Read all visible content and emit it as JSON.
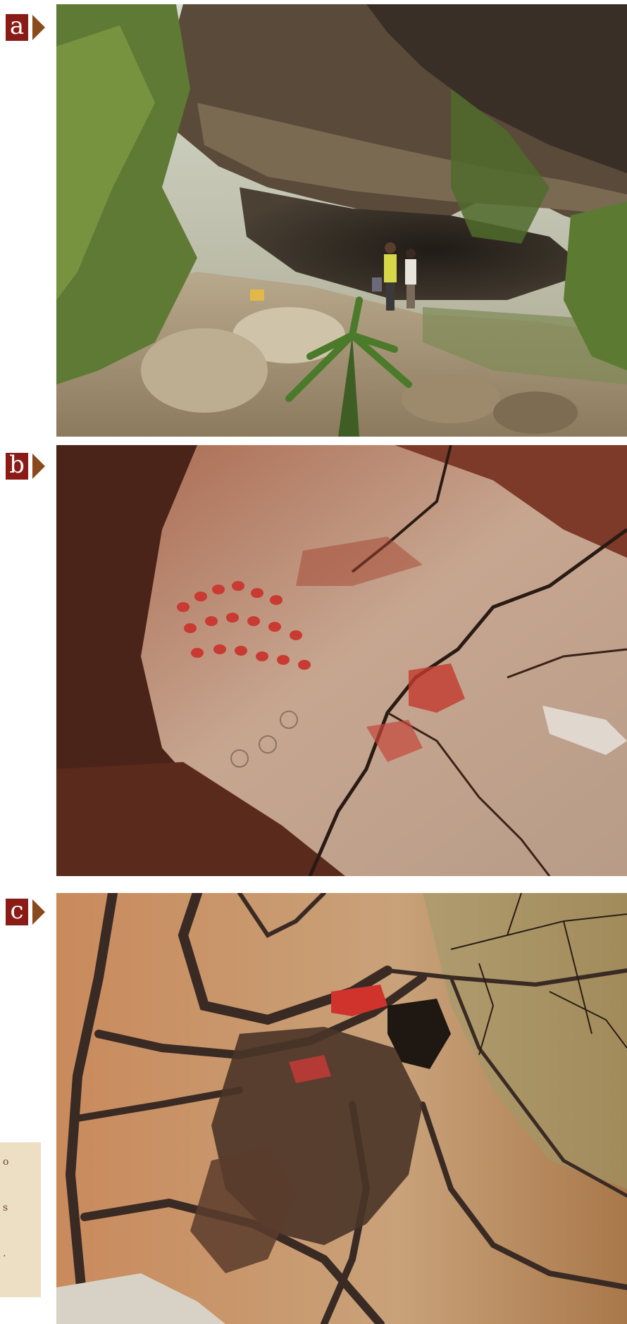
{
  "panels": [
    {
      "id": "a",
      "letter": "a",
      "scene": "rock-shelter-forest"
    },
    {
      "id": "b",
      "letter": "b",
      "scene": "red-pigment-rock-art"
    },
    {
      "id": "c",
      "letter": "c",
      "scene": "lichen-covered-rock-with-red-pigment"
    }
  ],
  "colors": {
    "label_bg": "#8a1b16",
    "arrow": "#8a4a1c",
    "caption_bg": "#ecdfc4"
  },
  "caption_fragments": [
    "o",
    "s",
    "."
  ]
}
